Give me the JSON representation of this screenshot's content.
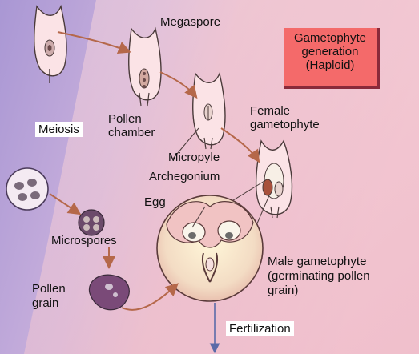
{
  "banner": {
    "line1": "Gametophyte",
    "line2": "generation",
    "line3": "(Haploid)",
    "color": "#f46a6a"
  },
  "labels": {
    "megaspore": "Megaspore",
    "pollen_chamber_1": "Pollen",
    "pollen_chamber_2": "chamber",
    "meiosis": "Meiosis",
    "female_gametophyte_1": "Female",
    "female_gametophyte_2": "gametophyte",
    "micropyle": "Micropyle",
    "archegonium": "Archegonium",
    "egg": "Egg",
    "microspores": "Microspores",
    "pollen_grain_1": "Pollen",
    "pollen_grain_2": "grain",
    "male_gametophyte_1": "Male gametophyte",
    "male_gametophyte_2": "(germinating pollen",
    "male_gametophyte_3": "grain)",
    "fertilization": "Fertilization"
  },
  "colors": {
    "background_left": "#b9a4d6",
    "background_right": "#f0c4d0",
    "arrow": "#b5684a",
    "ovule_fill": "#fbe3e6",
    "pollen_fill": "#7a4a78"
  }
}
